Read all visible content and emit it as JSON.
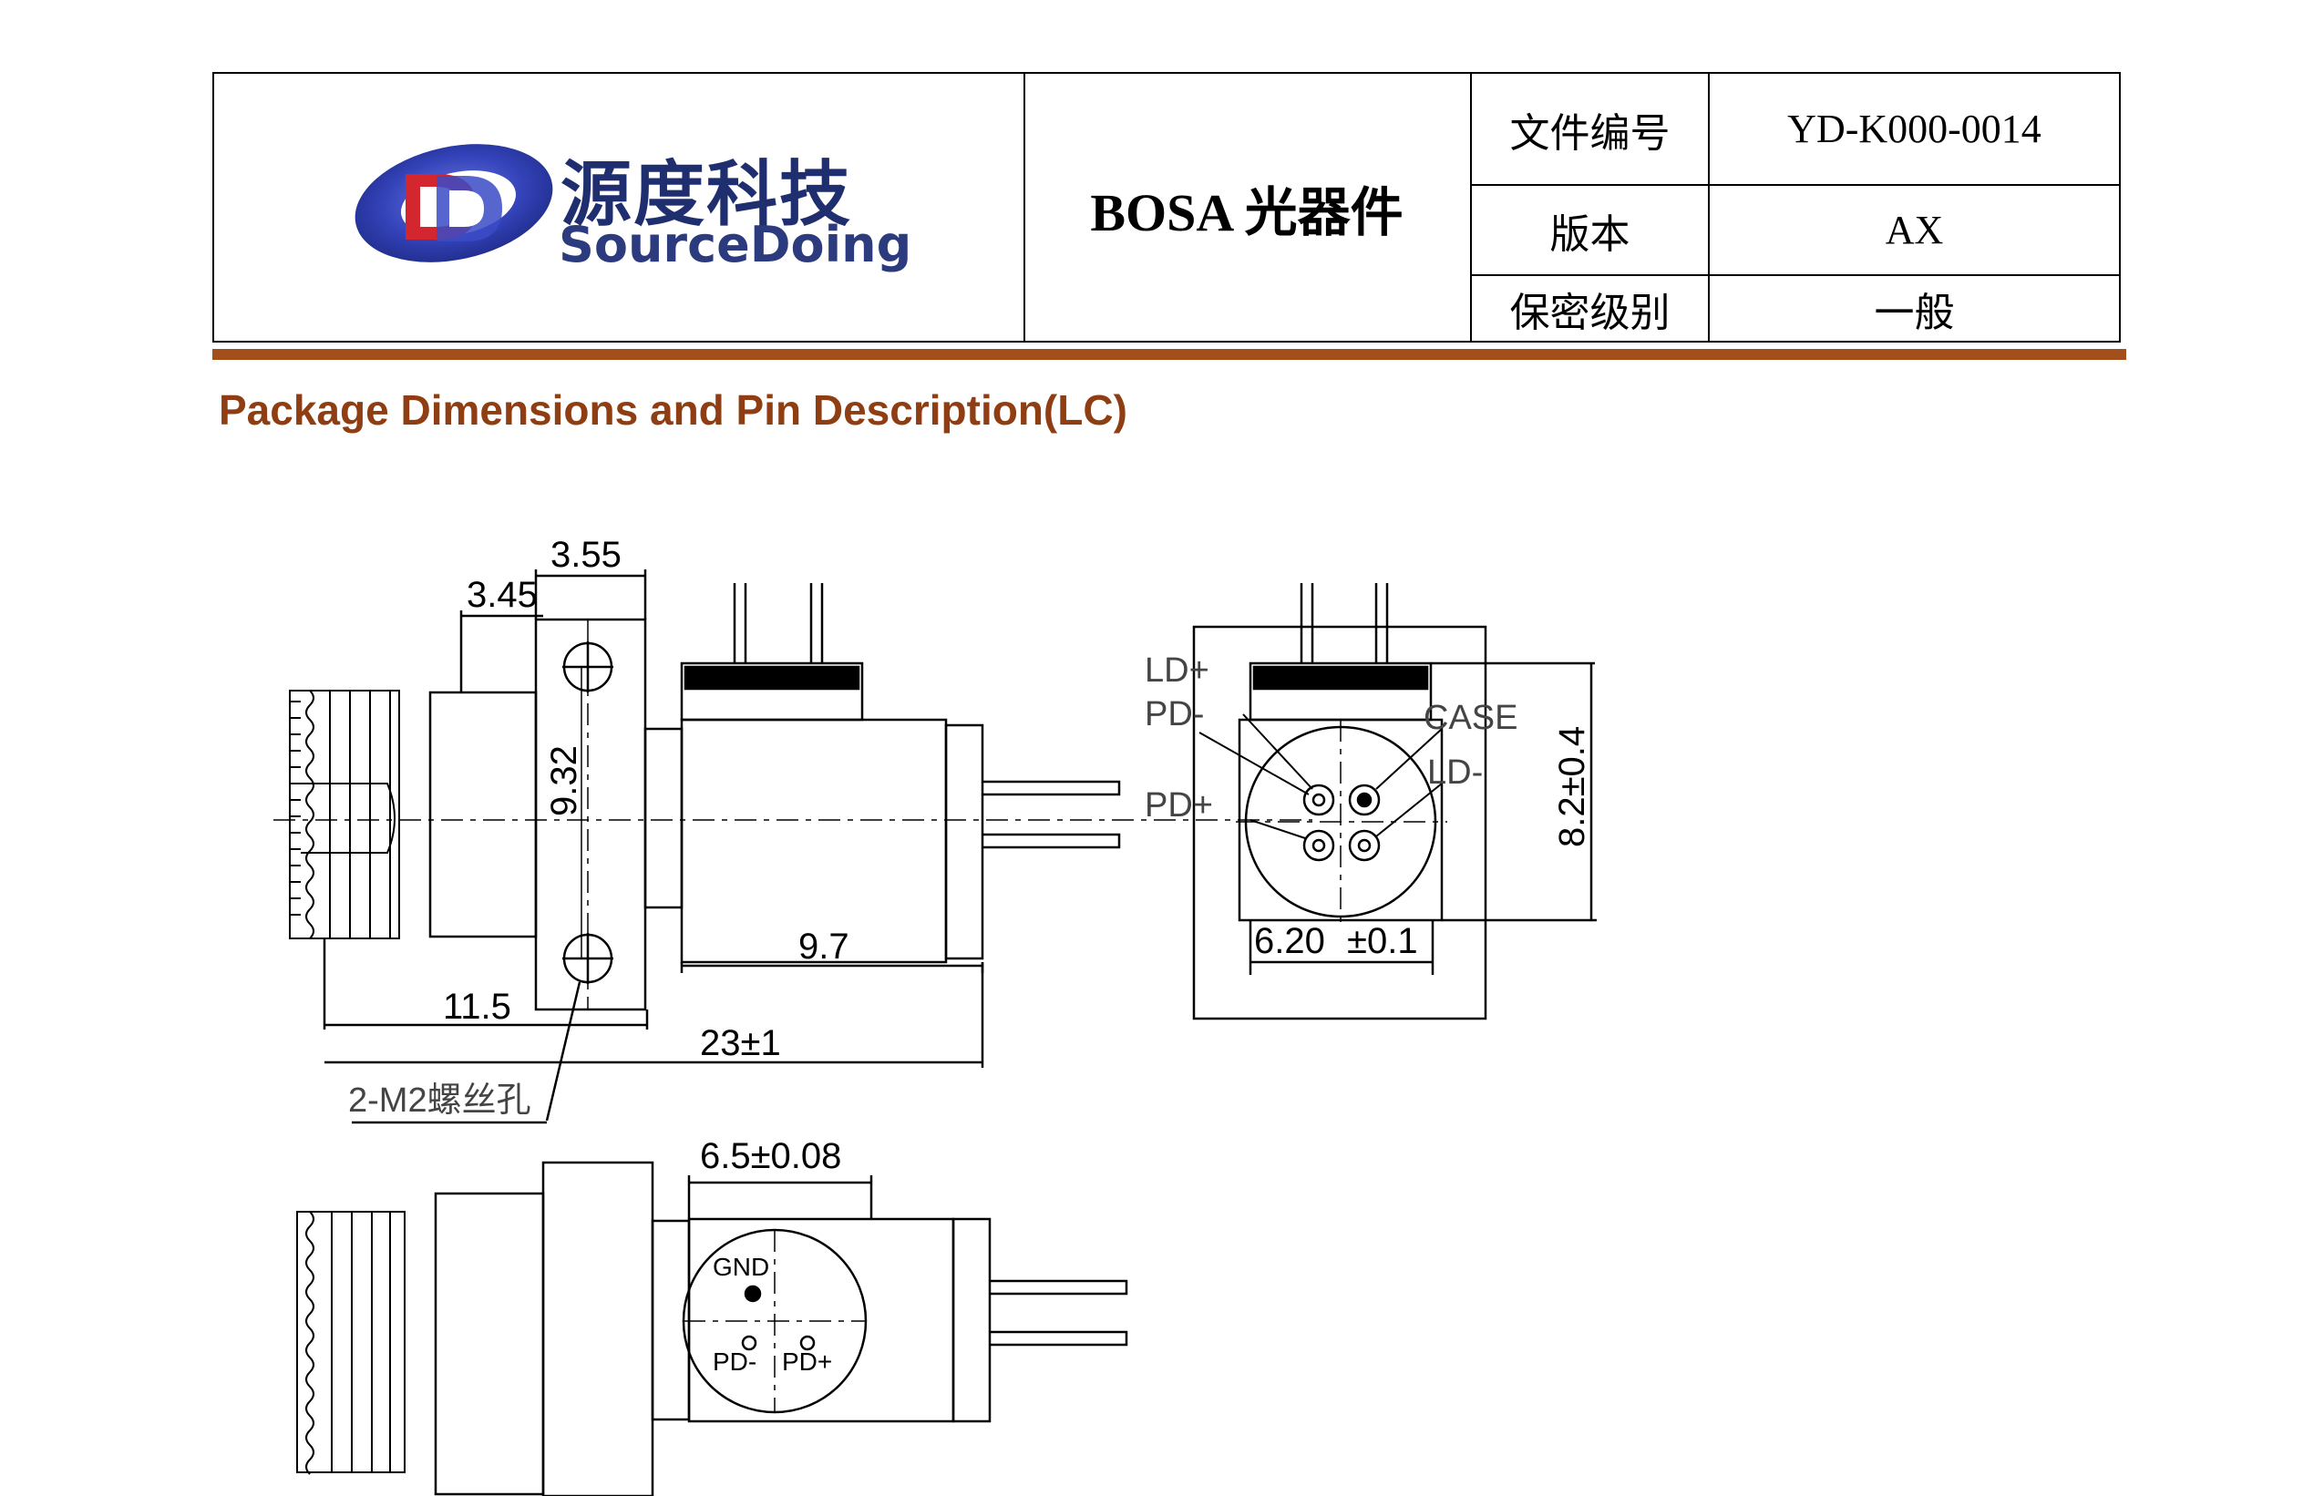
{
  "header": {
    "logo_cn": "源度科技",
    "logo_en": "SourceDoing",
    "doc_title": "BOSA 光器件",
    "meta": [
      {
        "label": "文件编号",
        "value": "YD-K000-0014"
      },
      {
        "label": "版本",
        "value": "AX"
      },
      {
        "label": "保密级别",
        "value": "一般"
      }
    ]
  },
  "section_title": "Package Dimensions and Pin Description(LC)",
  "drawing": {
    "dims": {
      "d355": "3.55",
      "d345": "3.45",
      "d932": "9.32",
      "d97": "9.7",
      "d115": "11.5",
      "d23": "23±1",
      "d65": "6.5±0.08",
      "d82": "8.2±0.4",
      "d62": "6.20",
      "d62_tol": "±0.1",
      "screw": "2-M2螺丝孔"
    },
    "pins_side": {
      "ld_plus": "LD+",
      "pd_minus": "PD-",
      "pd_plus": "PD+",
      "case": "CASE",
      "ld_minus": "LD-"
    },
    "pins_bottom": {
      "gnd": "GND",
      "pd_minus": "PD-",
      "pd_plus": "PD+"
    }
  },
  "colors": {
    "rule": "#a34f1c",
    "section_title": "#8f3d12",
    "logo_blue": "#2c3a7e"
  }
}
